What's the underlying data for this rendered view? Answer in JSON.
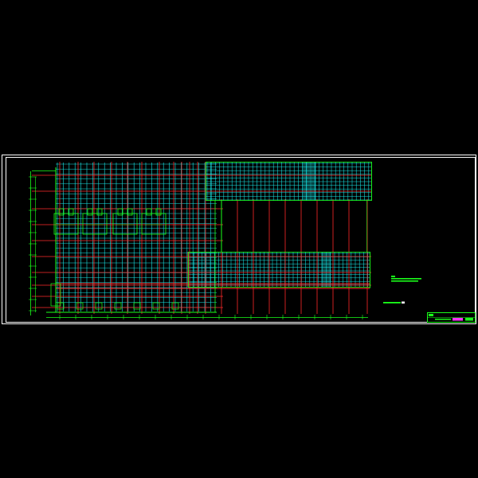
{
  "drawing": {
    "background": "#000000",
    "frame_color": "#FFFFFF",
    "colors": {
      "grid_axis": "#FF2A2A",
      "beam_cyan": "#19E6E6",
      "wall_green": "#1AFF1A",
      "title_magenta": "#FF33FF",
      "annotation_white": "#FFFFFF"
    },
    "elements": [
      "outer-sheet-border",
      "inner-drawing-border",
      "left-structural-block",
      "upper-right-wing",
      "lower-right-wing",
      "red-axis-grid",
      "green-dimension-lines",
      "legend-notes",
      "title-block"
    ]
  }
}
